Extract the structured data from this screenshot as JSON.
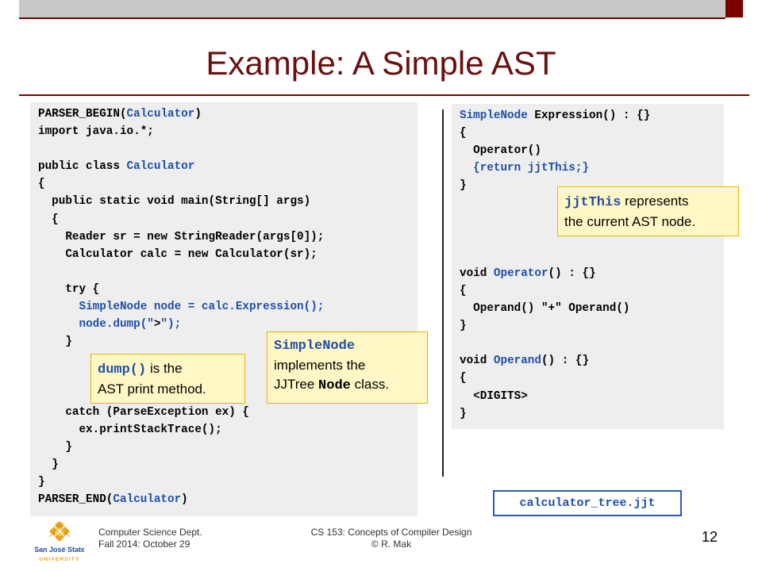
{
  "slide": {
    "title": "Example: A Simple AST"
  },
  "code_left": [
    [
      {
        "t": "PARSER_BEGIN("
      },
      {
        "t": "Calculator",
        "c": "kw"
      },
      {
        "t": ")"
      }
    ],
    [
      {
        "t": "import java.io.*;"
      }
    ],
    [],
    [
      {
        "t": "public class "
      },
      {
        "t": "Calculator",
        "c": "kw"
      }
    ],
    [
      {
        "t": "{"
      }
    ],
    [
      {
        "t": "  public static void main(String[] args)"
      }
    ],
    [
      {
        "t": "  {"
      }
    ],
    [
      {
        "t": "    Reader sr = new StringReader(args[0]);"
      }
    ],
    [
      {
        "t": "    Calculator calc = new Calculator(sr);"
      }
    ],
    [],
    [
      {
        "t": "    try {"
      }
    ],
    [
      {
        "t": "      "
      },
      {
        "t": "SimpleNode",
        "c": "kw"
      },
      {
        "t": " node = calc.Expression();",
        "c": "kw"
      }
    ],
    [
      {
        "t": "      "
      },
      {
        "t": "node.dump(\"",
        "c": "kw"
      },
      {
        "t": ">"
      },
      {
        "t": "\");",
        "c": "kw"
      }
    ],
    [
      {
        "t": "    }"
      }
    ],
    [],
    [],
    [],
    [
      {
        "t": "    catch (ParseException ex) {"
      }
    ],
    [
      {
        "t": "      ex.printStackTrace();"
      }
    ],
    [
      {
        "t": "    }"
      }
    ],
    [
      {
        "t": "  }"
      }
    ],
    [
      {
        "t": "}"
      }
    ],
    [
      {
        "t": "PARSER_END("
      },
      {
        "t": "Calculator",
        "c": "kw"
      },
      {
        "t": ")"
      }
    ]
  ],
  "code_right": [
    [
      {
        "t": "SimpleNode",
        "c": "kw"
      },
      {
        "t": " Expression() : {}"
      }
    ],
    [
      {
        "t": "{"
      }
    ],
    [
      {
        "t": "  Operator()"
      }
    ],
    [
      {
        "t": "  {return jjtThis;}",
        "c": "kw"
      }
    ],
    [
      {
        "t": "}"
      }
    ],
    [],
    [],
    [],
    [],
    [
      {
        "t": "void "
      },
      {
        "t": "Operator",
        "c": "kw"
      },
      {
        "t": "() : {}"
      }
    ],
    [
      {
        "t": "{"
      }
    ],
    [
      {
        "t": "  Operand() \"+\" Operand()"
      }
    ],
    [
      {
        "t": "}"
      }
    ],
    [],
    [
      {
        "t": "void "
      },
      {
        "t": "Operand",
        "c": "kw"
      },
      {
        "t": "() : {}"
      }
    ],
    [
      {
        "t": "{"
      }
    ],
    [
      {
        "t": "  <DIGITS>"
      }
    ],
    [
      {
        "t": "}"
      }
    ]
  ],
  "callouts": {
    "dump": {
      "code": "dump()",
      "text_line1": " is the",
      "text_line2": "AST print method."
    },
    "simplenode": {
      "code": "SimpleNode",
      "text_line1": "implements the",
      "text_prefix": "JJTree ",
      "code2": "Node",
      "text_suffix": " class."
    },
    "jjtthis": {
      "code": "jjtThis",
      "text_line1": " represents",
      "text_line2": "the current AST node."
    }
  },
  "filename": "calculator_tree.jjt",
  "footer": {
    "left_line1": "Computer Science Dept.",
    "left_line2": "Fall 2014: October 29",
    "center_line1": "CS 153: Concepts of Compiler Design",
    "center_line2": "© R. Mak",
    "page_number": "12"
  },
  "logo": {
    "line1": "San José State",
    "line2": "UNIVERSITY"
  },
  "colors": {
    "title": "#6b1010",
    "accent_bar": "#7a0000",
    "code_keyword": "#1f4fa8",
    "callout_bg": "#fff8c6",
    "logo_gold": "#e8a317",
    "logo_blue": "#1f4fa8"
  }
}
